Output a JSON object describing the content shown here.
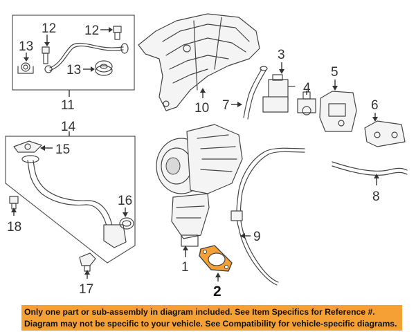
{
  "callouts": {
    "c1": "1",
    "c2": "2",
    "c3": "3",
    "c4": "4",
    "c5": "5",
    "c6": "6",
    "c7": "7",
    "c8": "8",
    "c9": "9",
    "c10": "10",
    "c11": "11",
    "c12a": "12",
    "c12b": "12",
    "c13a": "13",
    "c13b": "13",
    "c14": "14",
    "c15": "15",
    "c16": "16",
    "c17": "17",
    "c18": "18"
  },
  "highlight_color": "#f5a035",
  "notice": {
    "line1": "Only one part or sub-assembly in diagram included. See Item Specifics for Reference #.",
    "line2": "Diagram may not be specific to your vehicle. See Compatibility for vehicle-specific diagrams."
  }
}
